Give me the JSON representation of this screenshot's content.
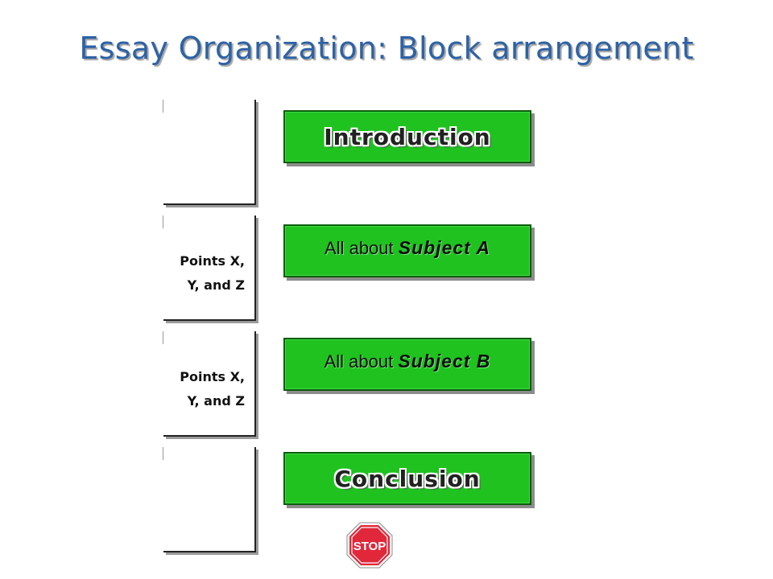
{
  "title": "Essay Organization: Block arrangement",
  "brackets": [
    {
      "line1": "",
      "line2": ""
    },
    {
      "line1": "Points X,",
      "line2": "Y, and Z"
    },
    {
      "line1": "Points X,",
      "line2": "Y, and Z"
    },
    {
      "line1": "",
      "line2": ""
    }
  ],
  "boxes": {
    "introduction": "Introduction",
    "subject_a": {
      "prefix": "All about ",
      "emph": "Subject A"
    },
    "subject_b": {
      "prefix": "All about ",
      "emph": "Subject B"
    },
    "conclusion": "Conclusion"
  },
  "stop_sign": {
    "text": "STOP",
    "color": "#e0283a"
  },
  "colors": {
    "title": "#2d62a6",
    "box_fill": "#1fc21f",
    "box_border": "#0a5c0a"
  }
}
